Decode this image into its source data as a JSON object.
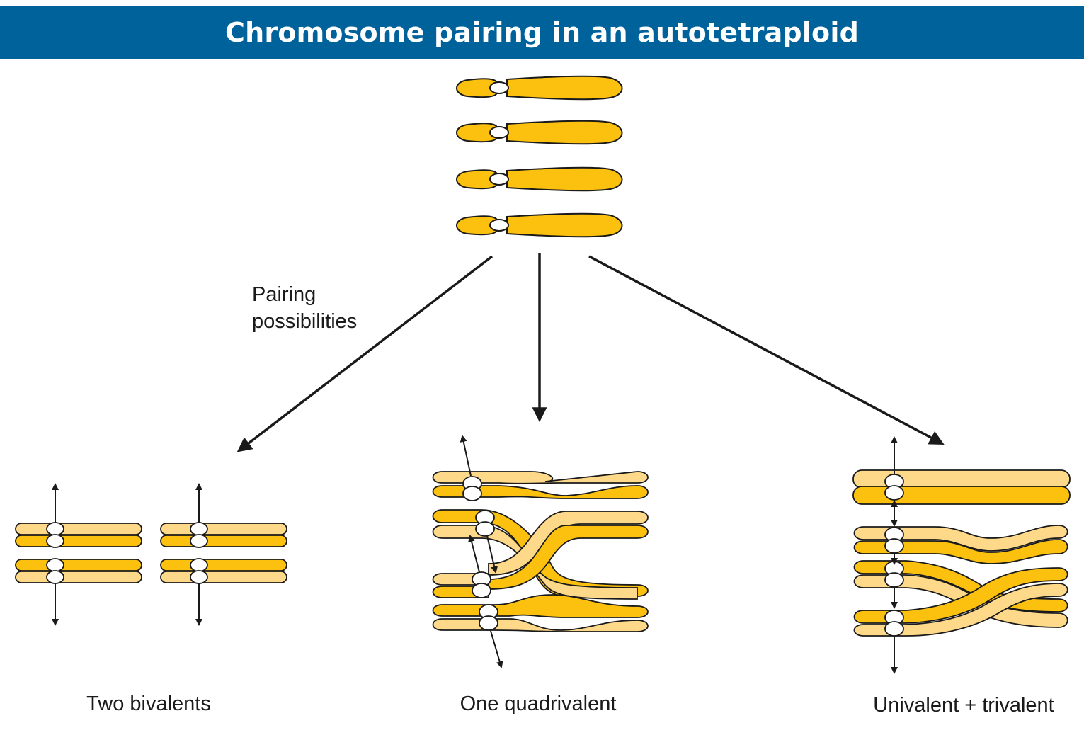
{
  "title": "Chromosome pairing in an autotetraploid",
  "side_label_line1": "Pairing",
  "side_label_line2": "possibilities",
  "outcomes": [
    {
      "label": "Two bivalents"
    },
    {
      "label": "One quadrivalent"
    },
    {
      "label": "Univalent + trivalent"
    }
  ],
  "colors": {
    "title_bar": "#00629b",
    "dark_chromatid": "#fcc10f",
    "light_chromatid": "#ffd98a",
    "centromere": "#ffffff",
    "outline": "#1a1a1a"
  }
}
